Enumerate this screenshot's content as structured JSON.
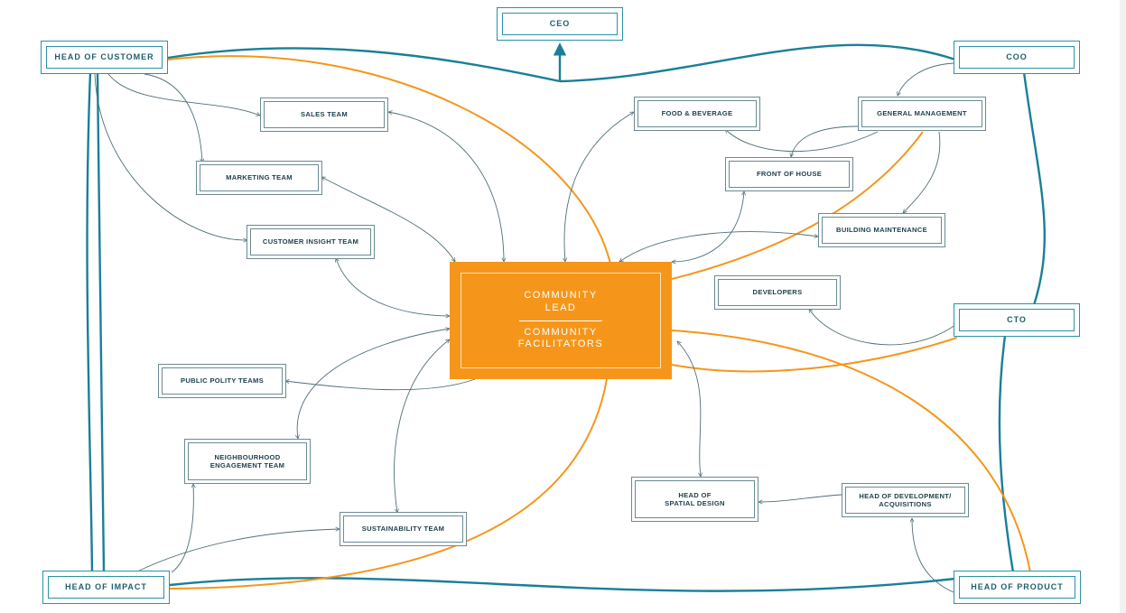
{
  "leaders": {
    "ceo": "CEO",
    "head_of_customer": "HEAD OF CUSTOMER",
    "coo": "COO",
    "cto": "CTO",
    "head_of_impact": "HEAD OF IMPACT",
    "head_of_product": "HEAD OF PRODUCT"
  },
  "teams": {
    "sales": "SALES TEAM",
    "marketing": "MARKETING TEAM",
    "customer_insight": "CUSTOMER INSIGHT TEAM",
    "public_polity": "PUBLIC POLITY TEAMS",
    "neighbourhood": "NEIGHBOURHOOD\nENGAGEMENT TEAM",
    "sustainability": "SUSTAINABILITY TEAM",
    "food_beverage": "FOOD & BEVERAGE",
    "general_management": "GENERAL MANAGEMENT",
    "front_of_house": "FRONT OF HOUSE",
    "building_maintenance": "BUILDING MAINTENANCE",
    "developers": "DEVELOPERS",
    "head_spatial": "HEAD OF\nSPATIAL DESIGN",
    "head_development": "HEAD OF DEVELOPMENT/\nACQUISITIONS"
  },
  "center": {
    "top": "COMMUNITY\nLEAD",
    "bottom": "COMMUNITY\nFACILITATORS"
  },
  "colors": {
    "teal": "#1a7f98",
    "orange": "#f5961b",
    "connector": "#4f6f78",
    "box_border": "#6b8a93"
  }
}
